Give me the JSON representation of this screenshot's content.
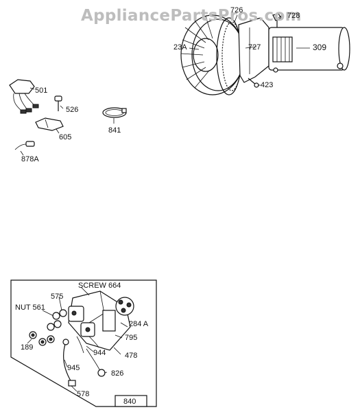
{
  "watermark": "AppliancePartsPros.com",
  "labels": {
    "p726": "726",
    "p728": "728",
    "p23a": "23A",
    "p727": "727",
    "p309": "309",
    "p423": "423",
    "p501": "501",
    "p526": "526",
    "p605": "605",
    "p841": "841",
    "p878a": "878A",
    "screw664": "SCREW 664",
    "p575": "575",
    "nut561": "NUT 561",
    "p284a": "284 A",
    "p795": "795",
    "p189": "189",
    "p944": "944",
    "p478": "478",
    "p945": "945",
    "p826": "826",
    "p578": "578",
    "p840": "840"
  }
}
